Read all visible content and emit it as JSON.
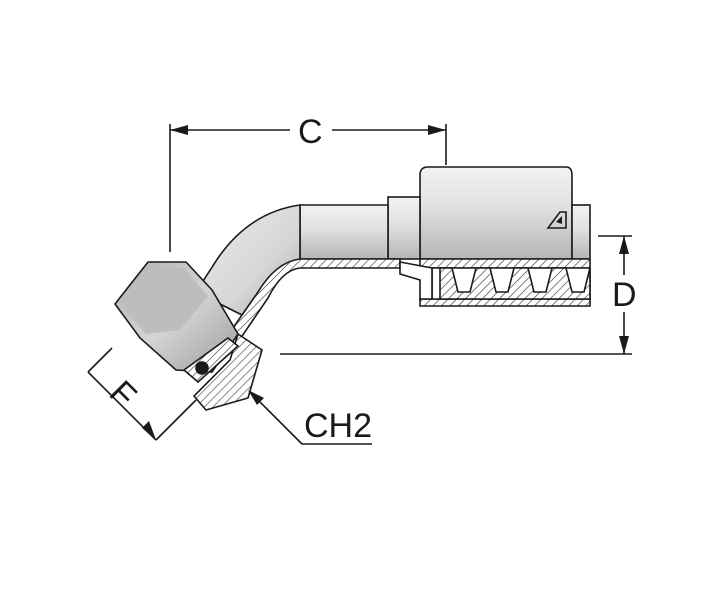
{
  "labels": {
    "c": "C",
    "d": "D",
    "f": "F",
    "ch2": "CH2"
  },
  "colors": {
    "metal_light": "#e6e6e6",
    "metal_mid": "#c8c8c8",
    "metal_dark": "#9a9a9a",
    "section": "#ffffff",
    "line": "#1a1a1a"
  },
  "icons": {
    "brand_mark": "manuli-logo-icon"
  }
}
